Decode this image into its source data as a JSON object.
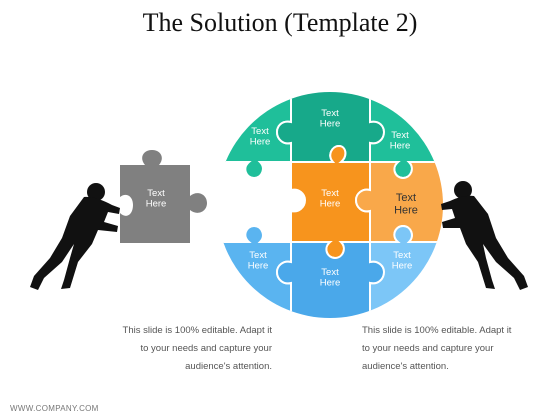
{
  "slide": {
    "title": "The Solution (Template 2)",
    "footer": "WWW.COMPANY.COM"
  },
  "colors": {
    "teal": "#1fbf9a",
    "dark_teal": "#17a98a",
    "orange": "#f7941d",
    "light_orange": "#f9a84a",
    "blue": "#5ab4f0",
    "light_blue": "#7cc6f7",
    "gray_piece": "#808080",
    "silhouette": "#111111"
  },
  "pieces": {
    "top_left": "Text Here",
    "top_center": "Text Here",
    "top_right": "Text Here",
    "middle_center": "Text Here",
    "middle_right": "Text Here",
    "bottom_left": "Text Here",
    "bottom_center": "Text Here",
    "bottom_right": "Text Here",
    "detached": "Text Here"
  },
  "captions": {
    "left": "This slide is 100% editable. Adapt it to your needs and capture your audience's attention.",
    "right": "This slide is 100% editable. Adapt it to your needs and capture your audience's attention."
  }
}
